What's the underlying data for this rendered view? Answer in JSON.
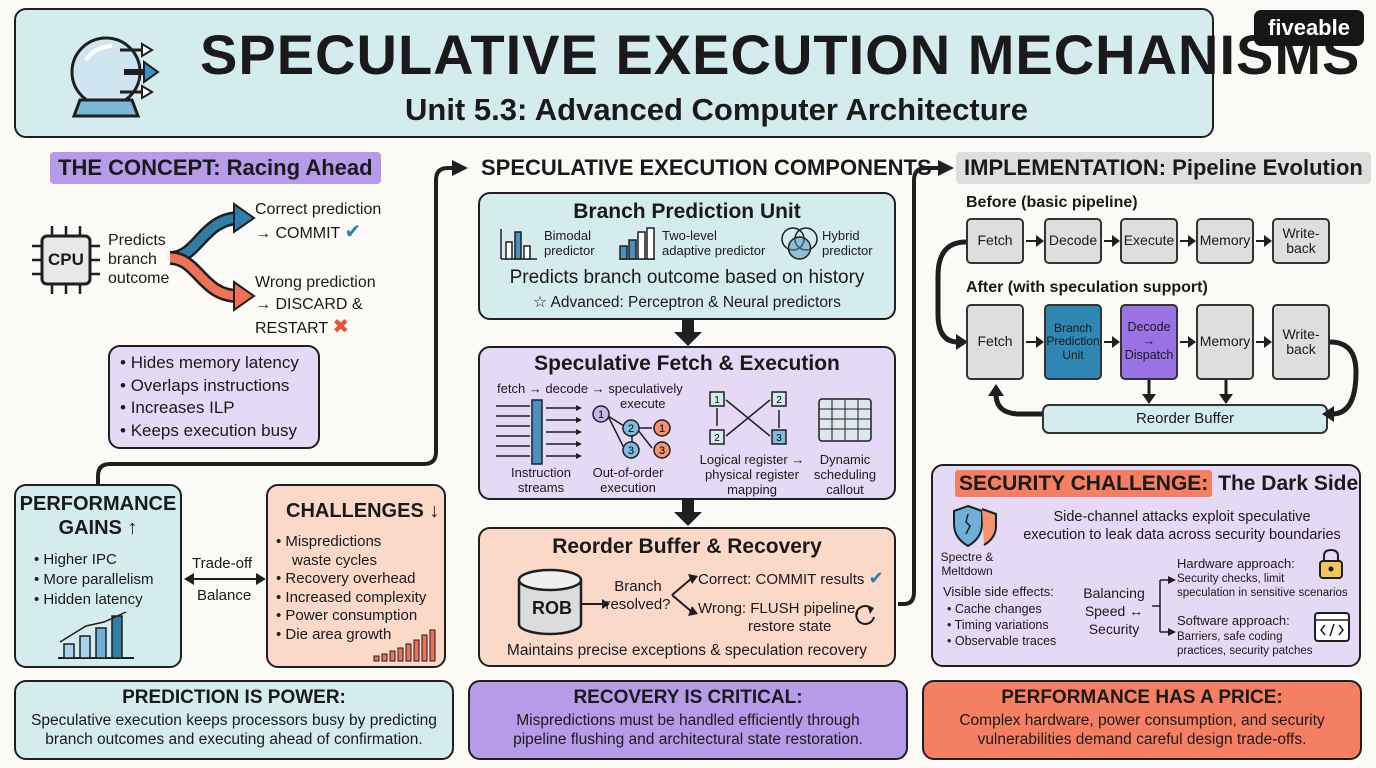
{
  "brand": "fiveable",
  "title": {
    "main": "SPECULATIVE EXECUTION MECHANISMS",
    "sub": "Unit 5.3: Advanced Computer Architecture"
  },
  "concept": {
    "header": "THE CONCEPT: Racing Ahead",
    "cpu": "CPU",
    "predicts": [
      "Predicts",
      "branch",
      "outcome"
    ],
    "correct": [
      "Correct prediction",
      "→ COMMIT"
    ],
    "wrong": [
      "Wrong prediction",
      "→ DISCARD &",
      "RESTART"
    ],
    "benefits": [
      "Hides memory latency",
      "Overlaps instructions",
      "Increases ILP",
      "Keeps execution busy"
    ]
  },
  "performance": {
    "title": [
      "PERFORMANCE",
      "GAINS ↑"
    ],
    "items": [
      "Higher IPC",
      "More parallelism",
      "Hidden latency"
    ]
  },
  "tradeoff": [
    "Trade-off",
    "Balance"
  ],
  "challenges": {
    "title": "CHALLENGES ↓",
    "items": [
      "Mispredictions",
      "waste cycles",
      "Recovery overhead",
      "Increased complexity",
      "Power consumption",
      "Die area growth"
    ]
  },
  "components": {
    "header": "SPECULATIVE EXECUTION COMPONENTS",
    "bpu": {
      "title": "Branch Prediction Unit",
      "bimodal": [
        "Bimodal",
        "predictor"
      ],
      "twolevel": [
        "Two-level",
        "adaptive predictor"
      ],
      "hybrid": [
        "Hybrid",
        "predictor"
      ],
      "desc": "Predicts branch outcome based on history",
      "advanced": "Advanced: Perceptron & Neural predictors"
    },
    "fetch": {
      "title": "Speculative Fetch & Execution",
      "flow": [
        "fetch → decode → speculatively",
        "execute"
      ],
      "streams": [
        "Instruction",
        "streams"
      ],
      "ooo": [
        "Out-of-order",
        "execution"
      ],
      "regmap": [
        "Logical register →",
        "physical register",
        "mapping"
      ],
      "sched": [
        "Dynamic",
        "scheduling",
        "callout"
      ]
    },
    "rob": {
      "title": "Reorder Buffer & Recovery",
      "label": "ROB",
      "resolved": [
        "Branch",
        "resolved?"
      ],
      "correct": "Correct: COMMIT results",
      "wrong": [
        "Wrong: FLUSH pipeline,",
        "restore state"
      ],
      "desc": "Maintains precise exceptions & speculation recovery"
    }
  },
  "implementation": {
    "header": "IMPLEMENTATION: Pipeline Evolution",
    "before_label": "Before (basic pipeline)",
    "before": [
      "Fetch",
      "Decode",
      "Execute",
      "Memory",
      "Write-back"
    ],
    "after_label": "After (with speculation support)",
    "after": [
      "Fetch",
      "Branch Prediction Unit",
      "Decode → Dispatch",
      "Memory",
      "Write-back"
    ],
    "rob": "Reorder Buffer"
  },
  "security": {
    "header_red": "SECURITY CHALLENGE:",
    "header_rest": "The Dark Side",
    "desc": [
      "Side-channel attacks exploit speculative",
      "execution to leak data across security boundaries"
    ],
    "spectre": [
      "Spectre &",
      "Meltdown"
    ],
    "visible_title": "Visible side effects:",
    "visible": [
      "Cache changes",
      "Timing variations",
      "Observable traces"
    ],
    "balancing": [
      "Balancing",
      "Speed ↔",
      "Security"
    ],
    "hw_title": "Hardware approach:",
    "hw_desc": [
      "Security checks, limit",
      "speculation in sensitive scenarios"
    ],
    "sw_title": "Software approach:",
    "sw_desc": [
      "Barriers, safe coding",
      "practices, security patches"
    ]
  },
  "footer": [
    {
      "title": "PREDICTION IS POWER:",
      "lines": [
        "Speculative execution keeps processors busy by predicting",
        "branch outcomes and executing ahead of confirmation."
      ]
    },
    {
      "title": "RECOVERY IS CRITICAL:",
      "lines": [
        "Mispredictions must be handled efficiently through",
        "pipeline flushing and architectural state restoration."
      ]
    },
    {
      "title": "PERFORMANCE HAS A PRICE:",
      "lines": [
        "Complex hardware, power consumption, and security",
        "vulnerabilities demand careful design trade-offs."
      ]
    }
  ],
  "colors": {
    "title_bg": "#d5ecef",
    "purple": "#e4daf5",
    "peach": "#fbd9c9",
    "red": "#f57f63",
    "bpu_blue": "#2f86b3",
    "dispatch_purple": "#9a72e3",
    "arrow_blue": "#2e7fa8",
    "arrow_red": "#ee7158"
  }
}
